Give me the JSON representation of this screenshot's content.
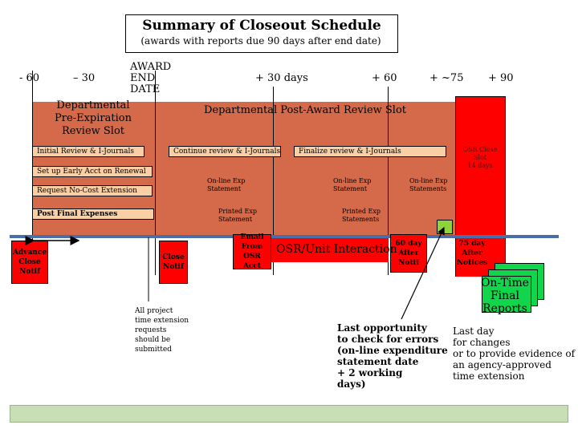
{
  "header": {
    "title": "Summary of Closeout Schedule",
    "subtitle": "(awards with reports due 90 days after end date)"
  },
  "timeline": {
    "ticks": {
      "minus60": "- 60",
      "minus30": "– 30",
      "plus30": "+ 30 days",
      "plus60": "+ 60",
      "plus75": "+ ~75",
      "plus90": "+ 90"
    },
    "award_end_date": [
      "AWARD",
      "END",
      "DATE"
    ]
  },
  "bands": {
    "pre_expiration": [
      "Departmental",
      "Pre-Expiration",
      "Review Slot"
    ],
    "post_award": "Departmental Post-Award Review Slot",
    "osr_close": [
      "OSR Close",
      "Slot",
      "14 days"
    ]
  },
  "bars": {
    "initial_review": "Initial Review & I-Journals",
    "continue_review": "Continue review & I-Journals",
    "finalize_review": "Finalize review & I-Journals",
    "early_acct": "Set up Early Acct on Renewal",
    "no_cost_ext": "Request No-Cost Extension",
    "post_final": "Post Final Expenses"
  },
  "statements": {
    "online_1": [
      "On-line Exp",
      "Statement"
    ],
    "online_2": [
      "On-line Exp",
      "Statement"
    ],
    "online_3": [
      "On-line Exp",
      "Statements"
    ],
    "printed_1": [
      "Printed Exp",
      "Statement"
    ],
    "printed_2": [
      "Printed Exp",
      "Statements"
    ]
  },
  "notifications": {
    "advance_close": [
      "Advance",
      "Close",
      "Notif"
    ],
    "close_notif": [
      "Close",
      "Notif"
    ],
    "email_osr": [
      "Email",
      "From",
      "OSR Acct"
    ],
    "notif_60": [
      "60 day",
      "After",
      "Notif"
    ],
    "notif_75": [
      "75 day",
      "After",
      "Notices"
    ]
  },
  "interaction": "OSR/Unit Interaction",
  "final_reports": [
    "On-Time",
    "Final",
    "Reports"
  ],
  "notes": {
    "extension": [
      "All project",
      "time extension",
      "requests",
      "should be",
      "submitted"
    ],
    "last_opportunity": [
      "Last opportunity",
      "to check for errors",
      "(on-line expenditure",
      "statement date",
      "+ 2 working",
      "days)"
    ],
    "last_day": [
      "Last day",
      "for changes",
      "or to provide evidence of",
      "an agency-approved",
      "time extension"
    ]
  },
  "colors": {
    "band": "#d46a4a",
    "osr_slot": "#ff0000",
    "bar_fill": "#fbcfa5",
    "timeline_line": "#4a6fa8",
    "final_reports": "#11d54a",
    "footer": "#c8dfb6"
  }
}
